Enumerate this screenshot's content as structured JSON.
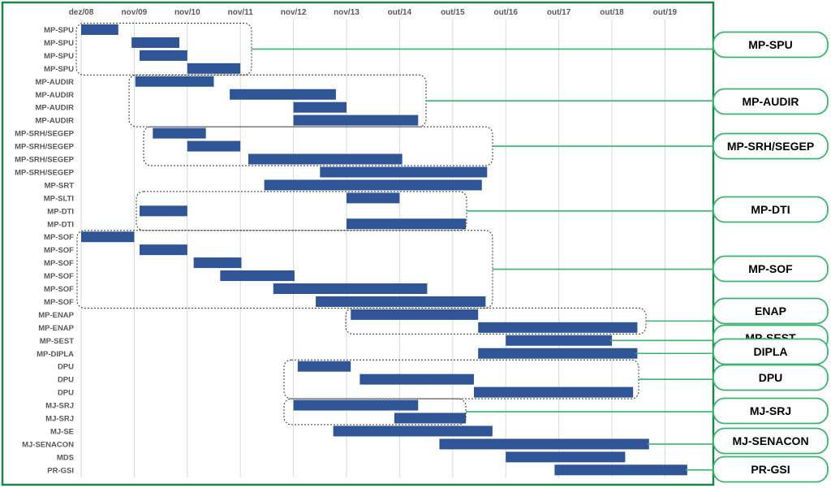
{
  "chart_data": {
    "type": "gantt",
    "x_ticks": [
      "dez/08",
      "nov/09",
      "nov/10",
      "nov/11",
      "nov/12",
      "nov/13",
      "out/14",
      "out/15",
      "out/16",
      "out/17",
      "out/18",
      "out/19"
    ],
    "rows": [
      {
        "label": "MP-SPU",
        "start": 0.0,
        "end": 0.7
      },
      {
        "label": "MP-SPU",
        "start": 0.95,
        "end": 1.85
      },
      {
        "label": "MP-SPU",
        "start": 1.1,
        "end": 2.0
      },
      {
        "label": "MP-SPU",
        "start": 2.0,
        "end": 3.0
      },
      {
        "label": "MP-AUDIR",
        "start": 1.02,
        "end": 2.5
      },
      {
        "label": "MP-AUDIR",
        "start": 2.8,
        "end": 4.8
      },
      {
        "label": "MP-AUDIR",
        "start": 4.0,
        "end": 5.0
      },
      {
        "label": "MP-AUDIR",
        "start": 4.0,
        "end": 6.35
      },
      {
        "label": "MP-SRH/SEGEP",
        "start": 1.35,
        "end": 2.35
      },
      {
        "label": "MP-SRH/SEGEP",
        "start": 2.0,
        "end": 3.0
      },
      {
        "label": "MP-SRH/SEGEP",
        "start": 3.15,
        "end": 6.05
      },
      {
        "label": "MP-SRH/SEGEP",
        "start": 4.5,
        "end": 7.65
      },
      {
        "label": "MP-SRT",
        "start": 3.45,
        "end": 7.55
      },
      {
        "label": "MP-SLTI",
        "start": 5.0,
        "end": 6.0
      },
      {
        "label": "MP-DTI",
        "start": 1.1,
        "end": 2.0
      },
      {
        "label": "MP-DTI",
        "start": 5.0,
        "end": 7.25
      },
      {
        "label": "MP-SOF",
        "start": 0.0,
        "end": 1.0
      },
      {
        "label": "MP-SOF",
        "start": 1.1,
        "end": 2.0
      },
      {
        "label": "MP-SOF",
        "start": 2.12,
        "end": 3.02
      },
      {
        "label": "MP-SOF",
        "start": 2.62,
        "end": 4.02
      },
      {
        "label": "MP-SOF",
        "start": 3.62,
        "end": 6.52
      },
      {
        "label": "MP-SOF",
        "start": 4.42,
        "end": 7.62
      },
      {
        "label": "MP-ENAP",
        "start": 5.08,
        "end": 7.48
      },
      {
        "label": "MP-ENAP",
        "start": 7.48,
        "end": 10.48
      },
      {
        "label": "MP-SEST",
        "start": 8.0,
        "end": 10.0
      },
      {
        "label": "MP-DIPLA",
        "start": 7.48,
        "end": 10.48
      },
      {
        "label": "DPU",
        "start": 4.08,
        "end": 5.08
      },
      {
        "label": "DPU",
        "start": 5.25,
        "end": 7.4
      },
      {
        "label": "DPU",
        "start": 7.4,
        "end": 10.4
      },
      {
        "label": "MJ-SRJ",
        "start": 4.0,
        "end": 6.35
      },
      {
        "label": "MJ-SRJ",
        "start": 5.9,
        "end": 7.25
      },
      {
        "label": "MJ-SE",
        "start": 4.75,
        "end": 7.75
      },
      {
        "label": "MJ-SENACON",
        "start": 6.75,
        "end": 10.7
      },
      {
        "label": "MDS",
        "start": 8.0,
        "end": 10.25
      },
      {
        "label": "PR-GSI",
        "start": 8.92,
        "end": 11.42
      }
    ],
    "groups": [
      {
        "label": "MP-SPU",
        "rows": [
          0,
          3
        ]
      },
      {
        "label": "MP-AUDIR",
        "rows": [
          4,
          7
        ]
      },
      {
        "label": "MP-SRH/SEGEP",
        "rows": [
          8,
          10
        ]
      },
      {
        "label": "MP-DTI",
        "rows": [
          13,
          15
        ]
      },
      {
        "label": "MP-SOF",
        "rows": [
          16,
          21
        ]
      },
      {
        "label": "ENAP",
        "rows": [
          22,
          23
        ]
      },
      {
        "label": "MP-SEST",
        "rows": [
          24,
          24
        ]
      },
      {
        "label": "DIPLA",
        "rows": [
          25,
          25
        ]
      },
      {
        "label": "DPU",
        "rows": [
          26,
          28
        ]
      },
      {
        "label": "MJ-SRJ",
        "rows": [
          29,
          30
        ]
      },
      {
        "label": "MJ-SENACON",
        "rows": [
          32,
          32
        ]
      },
      {
        "label": "PR-GSI",
        "rows": [
          34,
          34
        ]
      }
    ],
    "grid": true,
    "bar_color": "#2F5597",
    "frame_color": "#1E8449",
    "callout_color": "#3CB371"
  }
}
